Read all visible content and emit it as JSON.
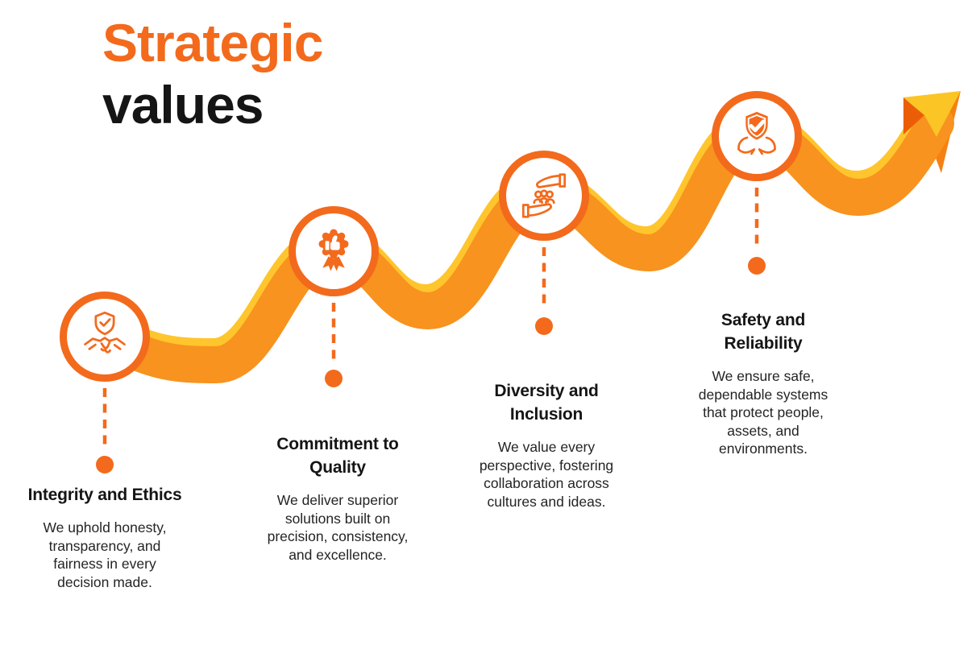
{
  "title": {
    "line1": "Strategic",
    "line2": "values"
  },
  "colors": {
    "accent": "#F36A1C",
    "ribbon_orange": "#F7931E",
    "ribbon_yellow": "#FFC52D",
    "arrow_face": "#FBC525",
    "arrow_facet": "#EB5E07",
    "arrow_barb": "#F58112",
    "heading": "#151515",
    "body": "#242424"
  },
  "items": [
    {
      "icon": "shield-handshake-icon",
      "title": "Integrity and Ethics",
      "description": "We uphold honesty, transparency, and fairness in every decision made."
    },
    {
      "icon": "award-thumbs-up-icon",
      "title": "Commitment to Quality",
      "description": "We deliver superior solutions built on precision, consistency, and excellence."
    },
    {
      "icon": "hands-people-icon",
      "title": "Diversity and Inclusion",
      "description": "We value every perspective, fostering collaboration across cultures and ideas."
    },
    {
      "icon": "shield-hands-icon",
      "title": "Safety and Reliability",
      "description": "We ensure safe, dependable systems that protect people, assets, and environments."
    }
  ]
}
